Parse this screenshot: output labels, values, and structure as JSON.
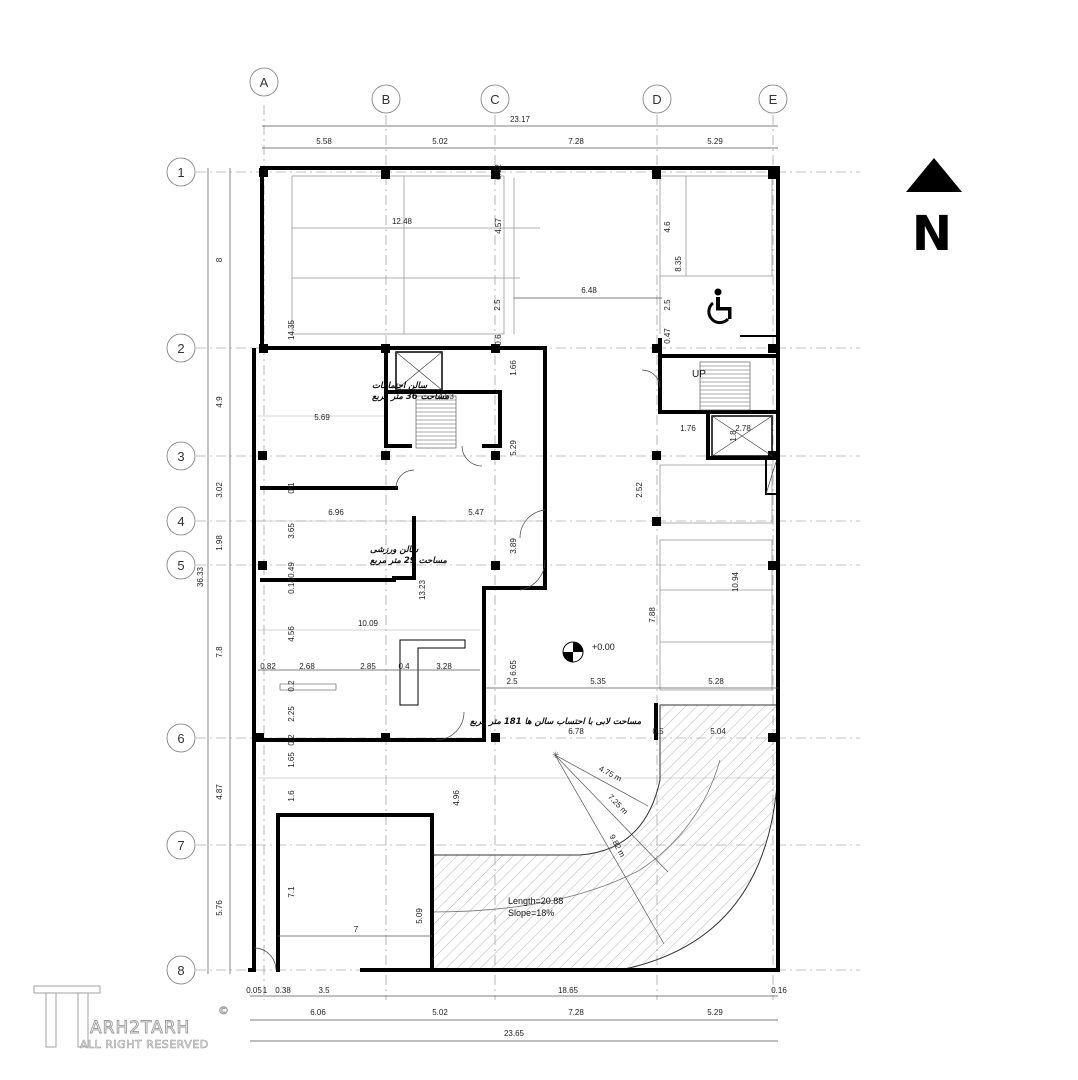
{
  "grid_x": [
    "A",
    "B",
    "C",
    "D",
    "E"
  ],
  "grid_y": [
    "1",
    "2",
    "3",
    "4",
    "5",
    "6",
    "7",
    "8"
  ],
  "dims_top": {
    "total": "23.17",
    "segments": [
      "5.58",
      "5.02",
      "7.28",
      "5.29"
    ]
  },
  "dims_bottom": {
    "row1": [
      "0.05",
      "1",
      "0.38",
      "3.5",
      "18.65",
      "0.16"
    ],
    "row2": [
      "6.06",
      "5.02",
      "7.28",
      "5.29"
    ],
    "total": "23.65"
  },
  "dims_left": {
    "segments": [
      "8",
      "4.9",
      "3.02",
      "1.98",
      "7.8",
      "4.87",
      "5.76"
    ],
    "total": "36.33"
  },
  "interior_dims": [
    "0.32",
    "12.48",
    "4.57",
    "4.6",
    "8.35",
    "6.48",
    "2.5",
    "2.5",
    "14.35",
    "0.6",
    "0.47",
    "1.66",
    "4.63",
    "5.69",
    "5.29",
    "1.76",
    "2.78",
    "1.8",
    "2.52",
    "0.1",
    "6.96",
    "5.47",
    "3.65",
    "3.89",
    "0.14",
    "0.49",
    "13.23",
    "10.94",
    "7.88",
    "4.56",
    "10.09",
    "0.82",
    "2.68",
    "2.85",
    "0.4",
    "3.28",
    "6.65",
    "0.2",
    "2.5",
    "5.35",
    "5.28",
    "2.25",
    "0.2",
    "6.78",
    "0.5",
    "5.04",
    "1.65",
    "4.75 m",
    "1.6",
    "4.96",
    "7.25 m",
    "9.82 m",
    "7.1",
    "5.09",
    "7"
  ],
  "rooms": {
    "meeting_name": "سالن اجتماعات",
    "meeting_area": "مساحت 36 متر مربع",
    "gym_name": "سالن ورزشی",
    "gym_area": "مساحت 29 متر مربع",
    "lobby_area": "مساحت لابی با احتساب سالن ها 181 متر مربع"
  },
  "stair_label": "UP",
  "level": "+0.00",
  "ramp": {
    "length": "Length=20.88",
    "slope": "Slope=18%"
  },
  "north": "N",
  "watermark": {
    "brand": "ARH2TARH",
    "rights": "ALL RIGHT RESERVED",
    "mark": "©"
  }
}
